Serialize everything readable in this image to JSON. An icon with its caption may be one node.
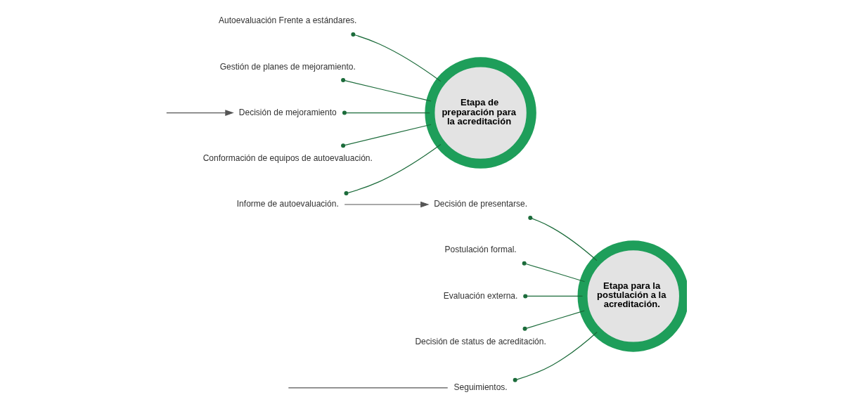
{
  "diagram": {
    "nodes": [
      {
        "text": [
          "Etapa de preparación para la acreditación"
        ]
      },
      {
        "text": [
          "Autoevaluación Frente a estándares."
        ]
      },
      {
        "text": [
          "Gestión de planes de mejoramiento."
        ]
      },
      {
        "text": [
          "Informe de autoevaluación."
        ]
      },
      {
        "text": [
          "Decisión de mejoramiento"
        ]
      },
      {
        "text": [
          "Conformación de equipos de autoevaluación."
        ]
      },
      {
        "text": [
          "Etapa para la postulación a la acreditación."
        ]
      },
      {
        "text": [
          "Postulación formal."
        ]
      },
      {
        "text": [
          "Evaluación externa."
        ]
      },
      {
        "text": [
          "Decisión de status de acreditación."
        ]
      },
      {
        "text": [
          "Seguimientos."
        ]
      },
      {
        "text": [
          "Decisión de presentarse."
        ]
      }
    ],
    "edges": [
      {
        "from": 1,
        "to": 0,
        "arrow": "other"
      },
      {
        "from": 2,
        "to": 0,
        "arrow": "other"
      },
      {
        "from": 3,
        "to": 0,
        "arrow": "other"
      },
      {
        "from": 4,
        "to": 0,
        "arrow": "other"
      },
      {
        "from": 5,
        "to": 0,
        "arrow": "other"
      },
      {
        "from": 7,
        "to": 6,
        "arrow": "other"
      },
      {
        "from": 8,
        "to": 6,
        "arrow": "other"
      },
      {
        "from": 9,
        "to": 6,
        "arrow": "other"
      },
      {
        "from": 10,
        "to": 6,
        "arrow": "other"
      },
      {
        "from": 11,
        "to": 6,
        "arrow": "other"
      },
      {
        "from": 3,
        "to": 11,
        "arrow": "to",
        "color": "#555555"
      },
      {
        "from": null,
        "to": 4,
        "arrow": "to",
        "color": "#555555"
      },
      {
        "from": null,
        "to": 10,
        "arrow": "none",
        "color": "#555555"
      }
    ]
  }
}
